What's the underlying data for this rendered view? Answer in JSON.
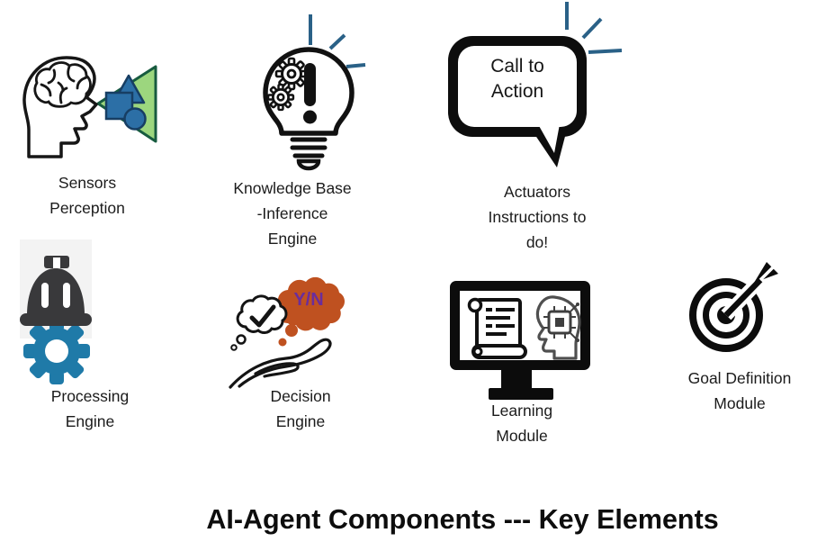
{
  "title": "AI-Agent Components --- Key Elements",
  "components": [
    {
      "name": "sensors-perception",
      "label": "Sensors\nPerception"
    },
    {
      "name": "knowledge-base-inference-engine",
      "label": "Knowledge Base\n-Inference\nEngine"
    },
    {
      "name": "actuators",
      "label": "Actuators\nInstructions to\ndo!",
      "bubble_text": "Call to\nAction"
    },
    {
      "name": "processing-engine",
      "label": "Processing\nEngine"
    },
    {
      "name": "decision-engine",
      "label": "Decision\nEngine",
      "cloud_text": "Y/N"
    },
    {
      "name": "learning-module",
      "label": "Learning\nModule"
    },
    {
      "name": "goal-definition-module",
      "label": "Goal Definition\nModule"
    }
  ],
  "colors": {
    "ray_blue": "#2A6187",
    "cone_fill": "#9CD67E",
    "cone_border": "#175B3F",
    "shape_blue": "#2C6FA6",
    "shape_border": "#173E63",
    "gear_blue": "#1F7AA8",
    "hat_gray": "#39393B",
    "hat_background": "#F3F3F3",
    "cloud_orange": "#BF5120",
    "yn_purple": "#6A2D9C",
    "chip_gray": "#4F4F4F",
    "ink": "#111111"
  }
}
